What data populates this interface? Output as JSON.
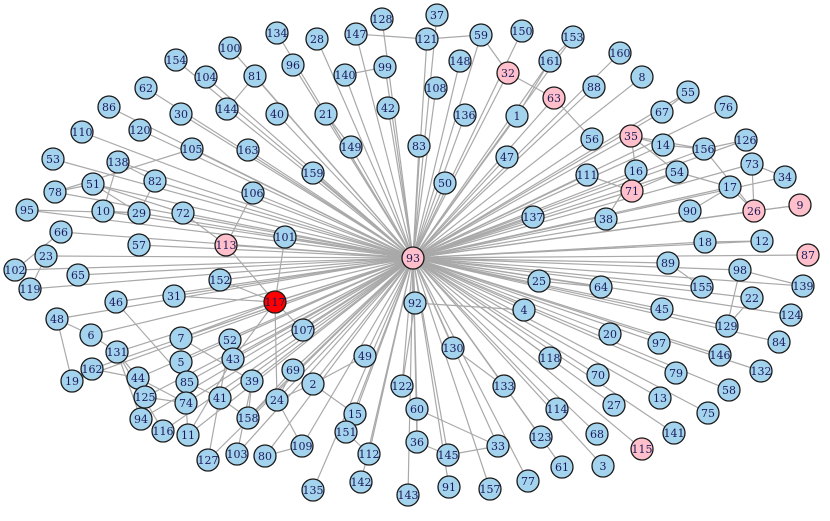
{
  "colors": {
    "default": "#a4d3ee",
    "highlight": "#ffc0cb",
    "focus": "#ff0000",
    "edge": "#a9a9a9"
  },
  "graph": {
    "hub": "93",
    "focus": "117",
    "highlighted": [
      "113",
      "32",
      "63",
      "35",
      "71",
      "26",
      "9",
      "87",
      "115"
    ],
    "nodes": [
      "37",
      "128",
      "150",
      "134",
      "147",
      "121",
      "59",
      "28",
      "153",
      "100",
      "96",
      "99",
      "161",
      "160",
      "154",
      "104",
      "140",
      "32",
      "81",
      "8",
      "88",
      "62",
      "108",
      "148",
      "86",
      "63",
      "55",
      "144",
      "42",
      "76",
      "30",
      "40",
      "21",
      "136",
      "1",
      "67",
      "120",
      "110",
      "35",
      "14",
      "126",
      "105",
      "163",
      "149",
      "83",
      "56",
      "138",
      "156",
      "16",
      "73",
      "53",
      "82",
      "47",
      "54",
      "34",
      "111",
      "159",
      "51",
      "71",
      "17",
      "78",
      "106",
      "50",
      "95",
      "10",
      "29",
      "72",
      "9",
      "26",
      "90",
      "137",
      "38",
      "66",
      "101",
      "57",
      "113",
      "12",
      "18",
      "23",
      "93",
      "87",
      "102",
      "89",
      "98",
      "65",
      "152",
      "25",
      "119",
      "64",
      "139",
      "155",
      "31",
      "22",
      "48",
      "46",
      "117",
      "92",
      "45",
      "4",
      "124",
      "129",
      "107",
      "6",
      "52",
      "20",
      "84",
      "97",
      "7",
      "131",
      "130",
      "43",
      "146",
      "49",
      "118",
      "162",
      "70",
      "79",
      "5",
      "132",
      "44",
      "85",
      "39",
      "69",
      "58",
      "19",
      "2",
      "122",
      "125",
      "41",
      "133",
      "27",
      "75",
      "13",
      "94",
      "74",
      "24",
      "158",
      "114",
      "15",
      "60",
      "116",
      "151",
      "141",
      "68",
      "11",
      "123",
      "127",
      "103",
      "109",
      "80",
      "36",
      "33",
      "115",
      "112",
      "145",
      "61",
      "3",
      "77",
      "142",
      "135",
      "91",
      "157",
      "143"
    ],
    "edges": [
      [
        "117",
        "113"
      ],
      [
        "117",
        "101"
      ],
      [
        "117",
        "152"
      ],
      [
        "117",
        "31"
      ],
      [
        "117",
        "7"
      ],
      [
        "117",
        "43"
      ],
      [
        "117",
        "24"
      ],
      [
        "117",
        "107"
      ],
      [
        "113",
        "106"
      ],
      [
        "113",
        "72"
      ],
      [
        "32",
        "59"
      ],
      [
        "32",
        "63"
      ],
      [
        "63",
        "56"
      ],
      [
        "35",
        "14"
      ],
      [
        "35",
        "16"
      ],
      [
        "35",
        "54"
      ],
      [
        "35",
        "156"
      ],
      [
        "71",
        "16"
      ],
      [
        "71",
        "111"
      ],
      [
        "71",
        "54"
      ],
      [
        "26",
        "17"
      ],
      [
        "26",
        "156"
      ],
      [
        "26",
        "9"
      ],
      [
        "26",
        "73"
      ],
      [
        "138",
        "82"
      ],
      [
        "138",
        "10"
      ],
      [
        "51",
        "72"
      ],
      [
        "78",
        "105"
      ],
      [
        "23",
        "119"
      ],
      [
        "102",
        "66"
      ],
      [
        "48",
        "6"
      ],
      [
        "48",
        "19"
      ],
      [
        "131",
        "116"
      ],
      [
        "131",
        "94"
      ],
      [
        "162",
        "44"
      ],
      [
        "44",
        "74"
      ],
      [
        "5",
        "85"
      ],
      [
        "74",
        "11"
      ],
      [
        "125",
        "94"
      ],
      [
        "41",
        "158"
      ],
      [
        "24",
        "109"
      ],
      [
        "2",
        "15"
      ],
      [
        "60",
        "36"
      ],
      [
        "36",
        "145"
      ],
      [
        "39",
        "158"
      ],
      [
        "39",
        "103"
      ],
      [
        "43",
        "11"
      ],
      [
        "52",
        "127"
      ],
      [
        "151",
        "112"
      ],
      [
        "149",
        "21"
      ],
      [
        "144",
        "81"
      ],
      [
        "1",
        "161"
      ],
      [
        "98",
        "129"
      ],
      [
        "98",
        "139"
      ],
      [
        "22",
        "129"
      ],
      [
        "12",
        "18"
      ],
      [
        "155",
        "89"
      ],
      [
        "90",
        "17"
      ],
      [
        "38",
        "16"
      ],
      [
        "67",
        "55"
      ],
      [
        "14",
        "156"
      ],
      [
        "54",
        "17"
      ],
      [
        "126",
        "156"
      ],
      [
        "73",
        "34"
      ],
      [
        "147",
        "121"
      ],
      [
        "99",
        "140"
      ],
      [
        "121",
        "59"
      ],
      [
        "153",
        "161"
      ],
      [
        "4",
        "92"
      ],
      [
        "25",
        "64"
      ],
      [
        "92",
        "122"
      ],
      [
        "49",
        "2"
      ],
      [
        "133",
        "130"
      ],
      [
        "60",
        "33"
      ],
      [
        "145",
        "33"
      ],
      [
        "80",
        "109"
      ],
      [
        "74",
        "125"
      ],
      [
        "85",
        "41"
      ],
      [
        "7",
        "39"
      ],
      [
        "7",
        "5"
      ],
      [
        "69",
        "158"
      ],
      [
        "24",
        "2"
      ],
      [
        "69",
        "24"
      ],
      [
        "46",
        "85"
      ],
      [
        "131",
        "44"
      ],
      [
        "6",
        "131"
      ],
      [
        "29",
        "10"
      ],
      [
        "51",
        "29"
      ],
      [
        "95",
        "29"
      ],
      [
        "82",
        "29"
      ],
      [
        "78",
        "51"
      ]
    ]
  }
}
